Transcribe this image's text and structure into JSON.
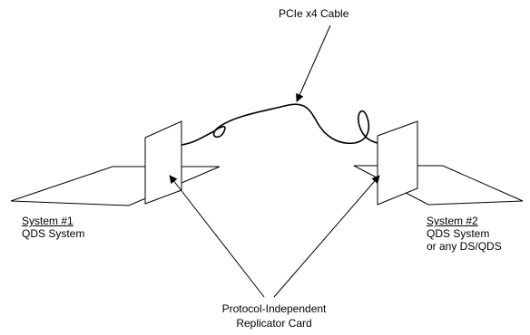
{
  "cable": {
    "label": "PCIe x4 Cable"
  },
  "system1": {
    "title": "System #1",
    "subtitle": "QDS System"
  },
  "system2": {
    "title": "System #2",
    "subtitle_line1": "QDS System",
    "subtitle_line2": "or any DS/QDS"
  },
  "card": {
    "label_line1": "Protocol-Independent",
    "label_line2": "Replicator Card"
  },
  "colors": {
    "line": "#000000",
    "fill": "#ffffff"
  }
}
